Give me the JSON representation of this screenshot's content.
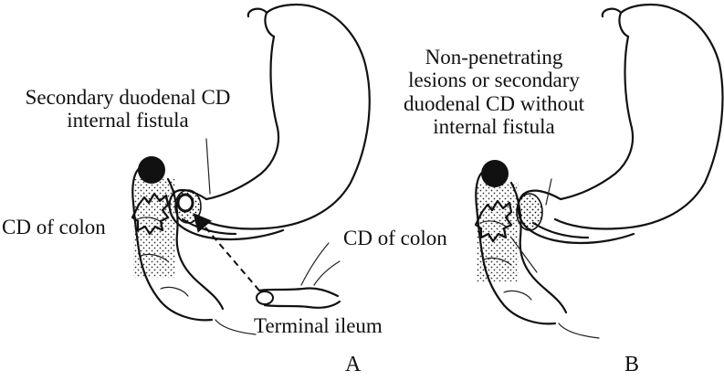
{
  "labels": {
    "a_fistula": [
      "Secondary duodenal CD",
      "internal fistula"
    ],
    "a_colon": "CD of colon",
    "a_ileum": "Terminal ileum",
    "a_panel": "A",
    "b_lesions": [
      "Non-penetrating",
      "lesions or secondary",
      "duodenal CD without",
      "internal fistula"
    ],
    "b_colon": "CD of colon",
    "b_panel": "B"
  },
  "colors": {
    "ink": "#111111",
    "background": "#ffffff"
  }
}
